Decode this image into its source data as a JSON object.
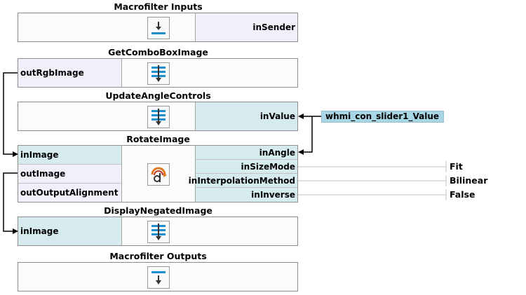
{
  "blocks": {
    "macrofilter_inputs": {
      "title": "Macrofilter Inputs",
      "inputs": [
        "inSender"
      ]
    },
    "get_combo_box_image": {
      "title": "GetComboBoxImage",
      "outputs": [
        "outRgbImage"
      ]
    },
    "update_angle_controls": {
      "title": "UpdateAngleControls",
      "inputs": [
        "inValue"
      ]
    },
    "rotate_image": {
      "title": "RotateImage",
      "inputs": [
        "inImage"
      ],
      "outputs": [
        "outImage",
        "outOutputAlignment"
      ],
      "params": [
        "inAngle",
        "inSizeMode",
        "inInterpolationMethod",
        "inInverse"
      ]
    },
    "display_negated_image": {
      "title": "DisplayNegatedImage",
      "inputs": [
        "inImage"
      ]
    },
    "macrofilter_outputs": {
      "title": "Macrofilter Outputs"
    }
  },
  "external_input": {
    "label": "whmi_con_slider1_Value"
  },
  "param_values": [
    "Fit",
    "Bilinear",
    "False"
  ],
  "icons": {
    "input": "arrow-down-to-bar-icon",
    "filter": "stacked-bars-arrow-icon",
    "rotate": "rotate-image-icon",
    "output": "bar-arrow-down-icon"
  },
  "colors": {
    "port_blue": "#d6ebee",
    "port_lavender": "#eff0fa",
    "external_box": "#a9d6e4",
    "icon_blue": "#1e8ecf"
  }
}
